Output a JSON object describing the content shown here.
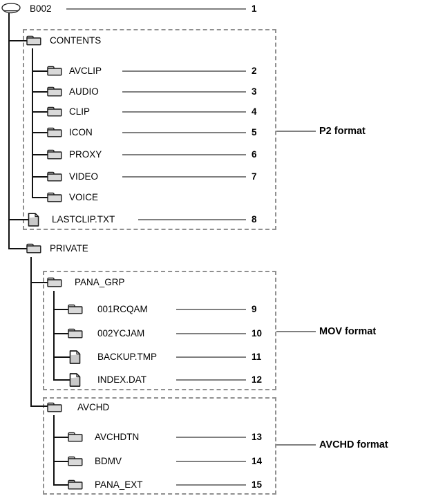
{
  "diagram": {
    "nodes": [
      {
        "label": "B002",
        "icon": "disk",
        "number": "1"
      },
      {
        "label": "CONTENTS",
        "icon": "folder"
      },
      {
        "label": "AVCLIP",
        "icon": "folder",
        "number": "2"
      },
      {
        "label": "AUDIO",
        "icon": "folder",
        "number": "3"
      },
      {
        "label": "CLIP",
        "icon": "folder",
        "number": "4"
      },
      {
        "label": "ICON",
        "icon": "folder",
        "number": "5"
      },
      {
        "label": "PROXY",
        "icon": "folder",
        "number": "6"
      },
      {
        "label": "VIDEO",
        "icon": "folder",
        "number": "7"
      },
      {
        "label": "VOICE",
        "icon": "folder"
      },
      {
        "label": "LASTCLIP.TXT",
        "icon": "file",
        "number": "8"
      },
      {
        "label": "PRIVATE",
        "icon": "folder"
      },
      {
        "label": "PANA_GRP",
        "icon": "folder"
      },
      {
        "label": "001RCQAM",
        "icon": "folder",
        "number": "9"
      },
      {
        "label": "002YCJAM",
        "icon": "folder",
        "number": "10"
      },
      {
        "label": "BACKUP.TMP",
        "icon": "file",
        "number": "11"
      },
      {
        "label": "INDEX.DAT",
        "icon": "file",
        "number": "12"
      },
      {
        "label": "AVCHD",
        "icon": "folder"
      },
      {
        "label": "AVCHDTN",
        "icon": "folder",
        "number": "13"
      },
      {
        "label": "BDMV",
        "icon": "folder",
        "number": "14"
      },
      {
        "label": "PANA_EXT",
        "icon": "folder",
        "number": "15"
      }
    ],
    "format_labels": [
      {
        "label": "P2 format"
      },
      {
        "label": "MOV format"
      },
      {
        "label": "AVCHD format"
      }
    ],
    "colors": {
      "tree_line": "#111111",
      "reference_line": "#7f7f7f",
      "dashed_border": "#8f8f8f",
      "folder_fill": "#d9d9d9",
      "text": "#000000"
    }
  }
}
